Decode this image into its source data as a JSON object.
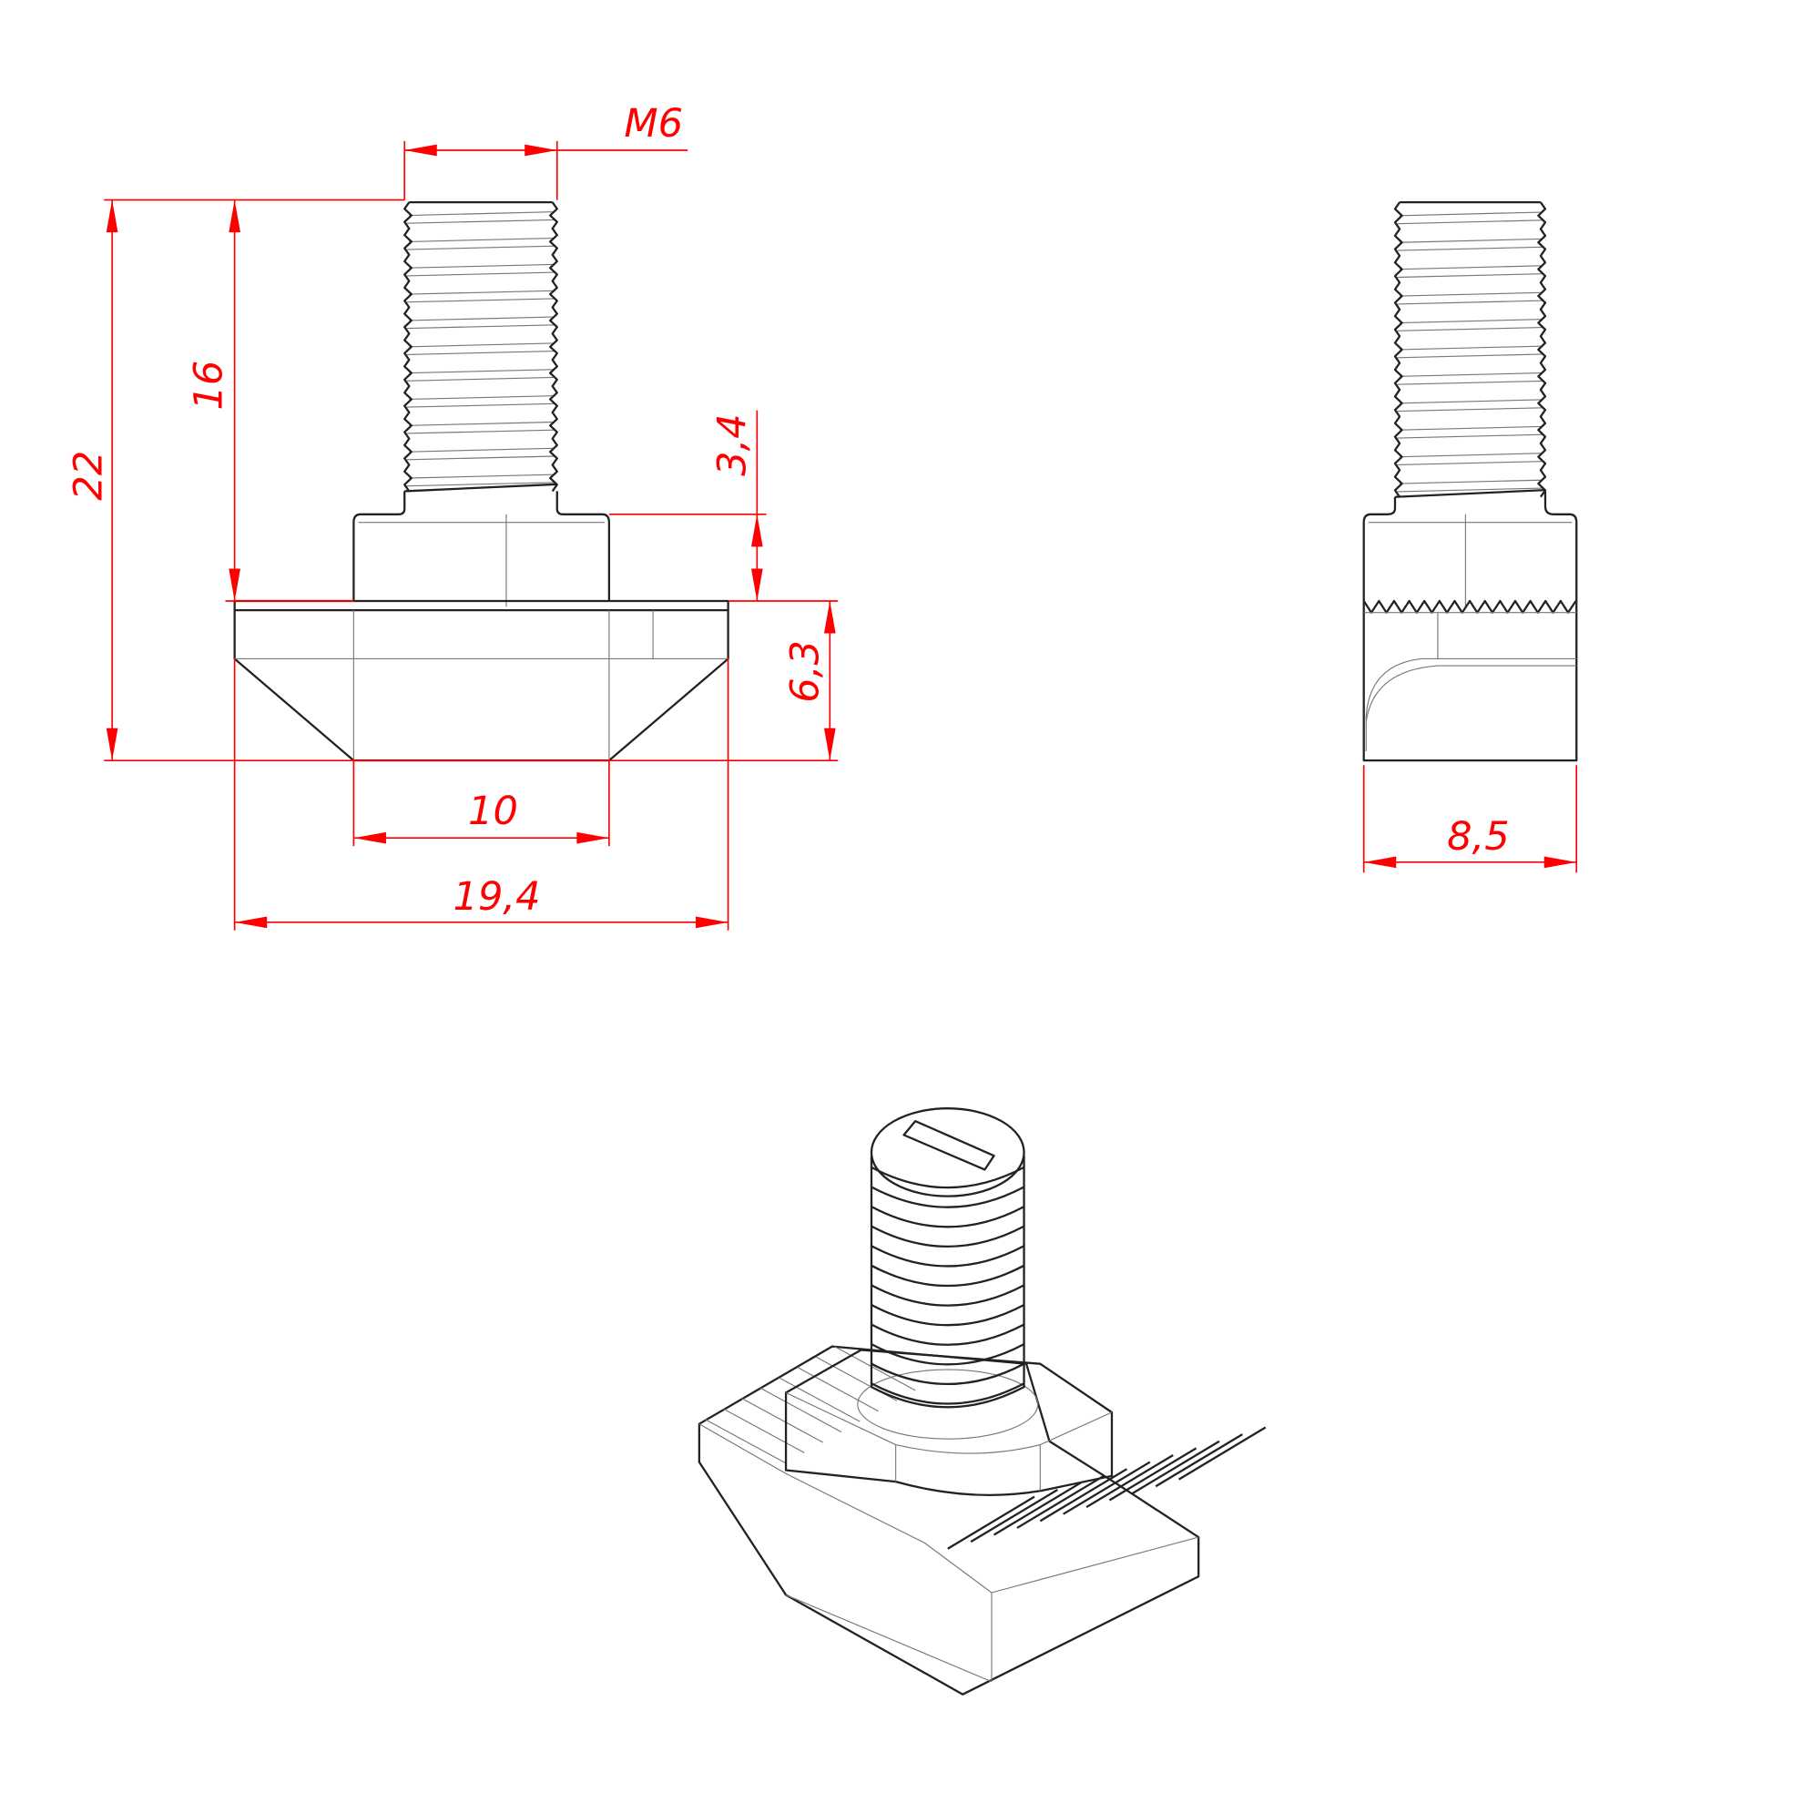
{
  "drawing": {
    "views": [
      "front-view",
      "side-view",
      "isometric-view"
    ],
    "dimensions": {
      "thread": "M6",
      "overall_height": "22",
      "thread_length": "16",
      "collar_height": "3,4",
      "base_height": "6,3",
      "bottom_width": "10",
      "overall_width": "19,4",
      "depth": "8,5"
    },
    "colors": {
      "dimension": "#ff0000",
      "outline": "#222222"
    }
  }
}
